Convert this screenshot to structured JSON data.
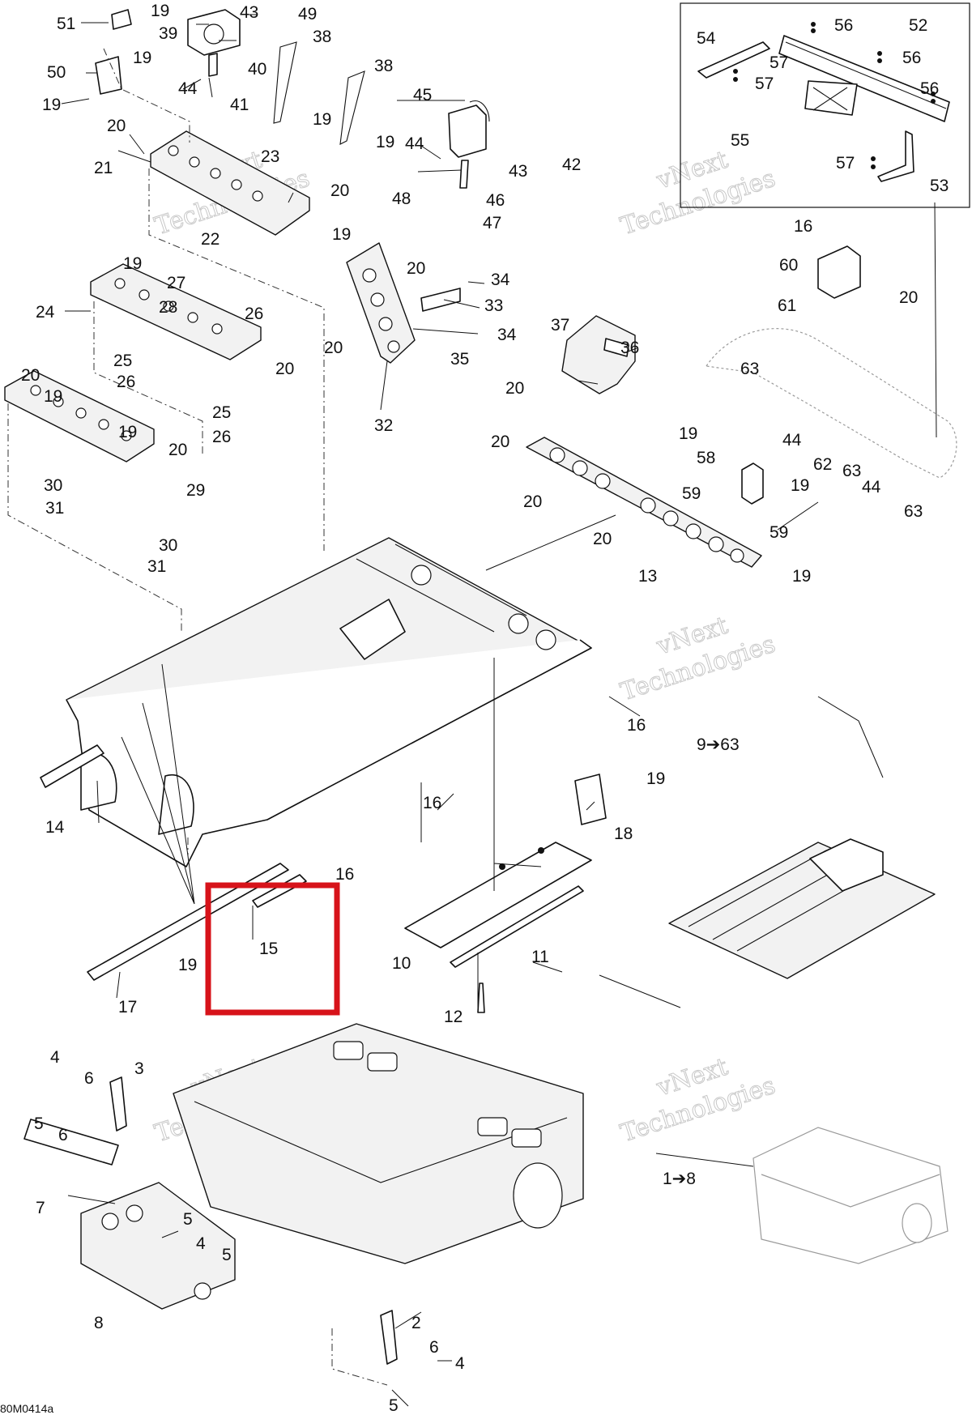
{
  "diagram": {
    "drawing_code": "80M0414a",
    "watermark": [
      "vNext",
      "Technologies"
    ],
    "highlight_color": "#d7131a",
    "callouts": [
      {
        "id": "c51",
        "text": "51"
      },
      {
        "id": "c19a",
        "text": "19"
      },
      {
        "id": "c43a",
        "text": "43"
      },
      {
        "id": "c49",
        "text": "49"
      },
      {
        "id": "c39",
        "text": "39"
      },
      {
        "id": "c38a",
        "text": "38"
      },
      {
        "id": "c50",
        "text": "50"
      },
      {
        "id": "c19b",
        "text": "19"
      },
      {
        "id": "c40",
        "text": "40"
      },
      {
        "id": "c44a",
        "text": "44"
      },
      {
        "id": "c41",
        "text": "41"
      },
      {
        "id": "c19c",
        "text": "19"
      },
      {
        "id": "c38b",
        "text": "38"
      },
      {
        "id": "c19d",
        "text": "19"
      },
      {
        "id": "c19e",
        "text": "19"
      },
      {
        "id": "c45",
        "text": "45"
      },
      {
        "id": "c44b",
        "text": "44"
      },
      {
        "id": "c43b",
        "text": "43"
      },
      {
        "id": "c42",
        "text": "42"
      },
      {
        "id": "c48",
        "text": "48"
      },
      {
        "id": "c46",
        "text": "46"
      },
      {
        "id": "c47",
        "text": "47"
      },
      {
        "id": "c20a",
        "text": "20"
      },
      {
        "id": "c21",
        "text": "21"
      },
      {
        "id": "c23",
        "text": "23"
      },
      {
        "id": "c20b",
        "text": "20"
      },
      {
        "id": "c22",
        "text": "22"
      },
      {
        "id": "c19f",
        "text": "19"
      },
      {
        "id": "c20c",
        "text": "20"
      },
      {
        "id": "c19g",
        "text": "19"
      },
      {
        "id": "c27",
        "text": "27"
      },
      {
        "id": "c26a",
        "text": "26"
      },
      {
        "id": "c34a",
        "text": "34"
      },
      {
        "id": "c33",
        "text": "33"
      },
      {
        "id": "c34b",
        "text": "34"
      },
      {
        "id": "c24",
        "text": "24"
      },
      {
        "id": "c28",
        "text": "28"
      },
      {
        "id": "c20d",
        "text": "20"
      },
      {
        "id": "c35",
        "text": "35"
      },
      {
        "id": "c25a",
        "text": "25"
      },
      {
        "id": "c26b",
        "text": "26"
      },
      {
        "id": "c20e",
        "text": "20"
      },
      {
        "id": "c32",
        "text": "32"
      },
      {
        "id": "c25b",
        "text": "25"
      },
      {
        "id": "c26c",
        "text": "26"
      },
      {
        "id": "c20f",
        "text": "20"
      },
      {
        "id": "c19h",
        "text": "19"
      },
      {
        "id": "c19i",
        "text": "19"
      },
      {
        "id": "c20g",
        "text": "20"
      },
      {
        "id": "c29",
        "text": "29"
      },
      {
        "id": "c30a",
        "text": "30"
      },
      {
        "id": "c31a",
        "text": "31"
      },
      {
        "id": "c30b",
        "text": "30"
      },
      {
        "id": "c31b",
        "text": "31"
      },
      {
        "id": "c37",
        "text": "37"
      },
      {
        "id": "c36",
        "text": "36"
      },
      {
        "id": "c20h",
        "text": "20"
      },
      {
        "id": "c20i",
        "text": "20"
      },
      {
        "id": "c19j",
        "text": "19"
      },
      {
        "id": "c20j",
        "text": "20"
      },
      {
        "id": "c20k",
        "text": "20"
      },
      {
        "id": "c13",
        "text": "13"
      },
      {
        "id": "c19k",
        "text": "19"
      },
      {
        "id": "c54",
        "text": "54"
      },
      {
        "id": "c56a",
        "text": "56"
      },
      {
        "id": "c52",
        "text": "52"
      },
      {
        "id": "c57a",
        "text": "57"
      },
      {
        "id": "c56b",
        "text": "56"
      },
      {
        "id": "c57b",
        "text": "57"
      },
      {
        "id": "c56c",
        "text": "56"
      },
      {
        "id": "c55",
        "text": "55"
      },
      {
        "id": "c57c",
        "text": "57"
      },
      {
        "id": "c53",
        "text": "53"
      },
      {
        "id": "c16a",
        "text": "16"
      },
      {
        "id": "c60",
        "text": "60"
      },
      {
        "id": "c20l",
        "text": "20"
      },
      {
        "id": "c61",
        "text": "61"
      },
      {
        "id": "c63a",
        "text": "63"
      },
      {
        "id": "c44c",
        "text": "44"
      },
      {
        "id": "c62",
        "text": "62"
      },
      {
        "id": "c63b",
        "text": "63"
      },
      {
        "id": "c58",
        "text": "58"
      },
      {
        "id": "c19l",
        "text": "19"
      },
      {
        "id": "c59a",
        "text": "59"
      },
      {
        "id": "c59b",
        "text": "59"
      },
      {
        "id": "c44d",
        "text": "44"
      },
      {
        "id": "c63c",
        "text": "63"
      },
      {
        "id": "c16b",
        "text": "16"
      },
      {
        "id": "c9to63",
        "text": "9➔63"
      },
      {
        "id": "c14",
        "text": "14"
      },
      {
        "id": "c16c",
        "text": "16"
      },
      {
        "id": "c19m",
        "text": "19"
      },
      {
        "id": "c18",
        "text": "18"
      },
      {
        "id": "c16d",
        "text": "16"
      },
      {
        "id": "c15",
        "text": "15"
      },
      {
        "id": "c19n",
        "text": "19"
      },
      {
        "id": "c17",
        "text": "17"
      },
      {
        "id": "c10",
        "text": "10"
      },
      {
        "id": "c11",
        "text": "11"
      },
      {
        "id": "c12",
        "text": "12"
      },
      {
        "id": "c4a",
        "text": "4"
      },
      {
        "id": "c3",
        "text": "3"
      },
      {
        "id": "c6a",
        "text": "6"
      },
      {
        "id": "c5a",
        "text": "5"
      },
      {
        "id": "c6b",
        "text": "6"
      },
      {
        "id": "c7",
        "text": "7"
      },
      {
        "id": "c1to8",
        "text": "1➔8"
      },
      {
        "id": "c5b",
        "text": "5"
      },
      {
        "id": "c4b",
        "text": "4"
      },
      {
        "id": "c5c",
        "text": "5"
      },
      {
        "id": "c8",
        "text": "8"
      },
      {
        "id": "c2",
        "text": "2"
      },
      {
        "id": "c6c",
        "text": "6"
      },
      {
        "id": "c4c",
        "text": "4"
      },
      {
        "id": "c5d",
        "text": "5"
      }
    ]
  }
}
